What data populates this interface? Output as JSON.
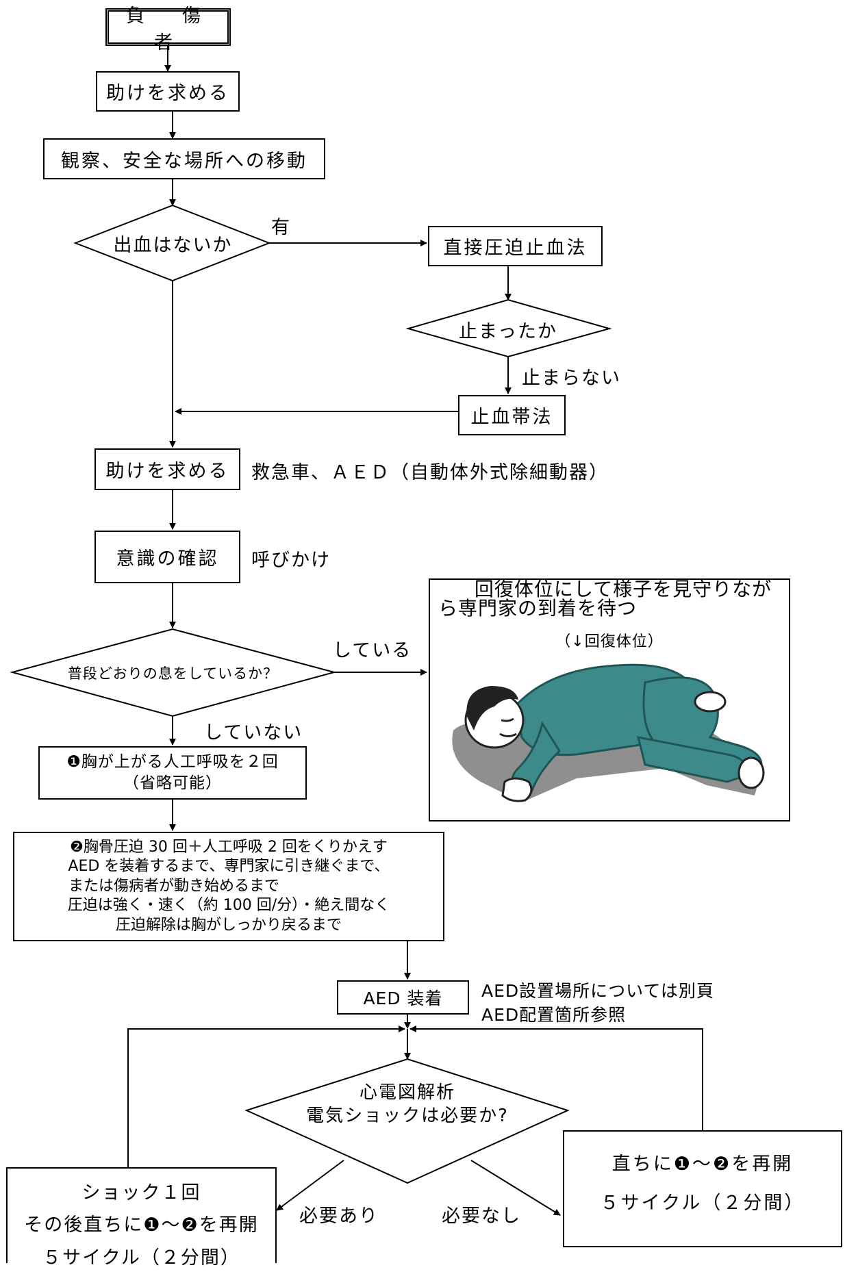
{
  "nodes": {
    "injured": "負　傷　者",
    "help1": "助けを求める",
    "observe": "観察、安全な場所への移動",
    "bleeding_q": "出血はないか",
    "direct_pressure": "直接圧迫止血法",
    "stopped_q": "止まったか",
    "tourniquet": "止血帯法",
    "help2": "助けを求める",
    "consciousness": "意識の確認",
    "breathing_q": "普段どおりの息をしているか？",
    "rescue_breaths_line1": "❶胸が上がる人工呼吸を２回",
    "rescue_breaths_line2": "（省略可能）",
    "cpr_line1": "❷胸骨圧迫 30 回＋人工呼吸 2 回をくりかえす",
    "cpr_line2": "AED を装着するまで、専門家に引き継ぐまで、",
    "cpr_line3": "または傷病者が動き始めるまで",
    "cpr_line4": "圧迫は強く・速く（約 100 回/分）・絶え間なく",
    "cpr_line5": "圧迫解除は胸がしっかり戻るまで",
    "aed_attach": "AED 装着",
    "ecg_line1": "心電図解析",
    "ecg_line2": "電気ショックは必要か?",
    "shock_line1": "ショック１回",
    "shock_line2": "その後直ちに❶～❷を再開",
    "shock_line3": "５サイクル（２分間）",
    "resume_line1": "直ちに❶～❷を再開",
    "resume_line2": "５サイクル（２分間）",
    "recovery_line1": "回復体位にして様子を見守りなが",
    "recovery_line2": "ら専門家の到着を待つ",
    "recovery_caption": "（↓回復体位）"
  },
  "labels": {
    "yes_bleeding": "有",
    "not_stopped": "止まらない",
    "help_note": "救急車、ＡＥＤ（自動体外式除細動器）",
    "call_out": "呼びかけ",
    "breathing_yes": "している",
    "breathing_no": "していない",
    "aed_note_line1": "AED設置場所については別頁",
    "aed_note_line2": "AED配置箇所参照",
    "shock_needed": "必要あり",
    "shock_not_needed": "必要なし"
  },
  "colors": {
    "clothing": "#3d8a8a",
    "clothing_dark": "#1f5555",
    "shadow": "#8f8f8f",
    "skin": "#ffffff",
    "hair": "#222222"
  }
}
